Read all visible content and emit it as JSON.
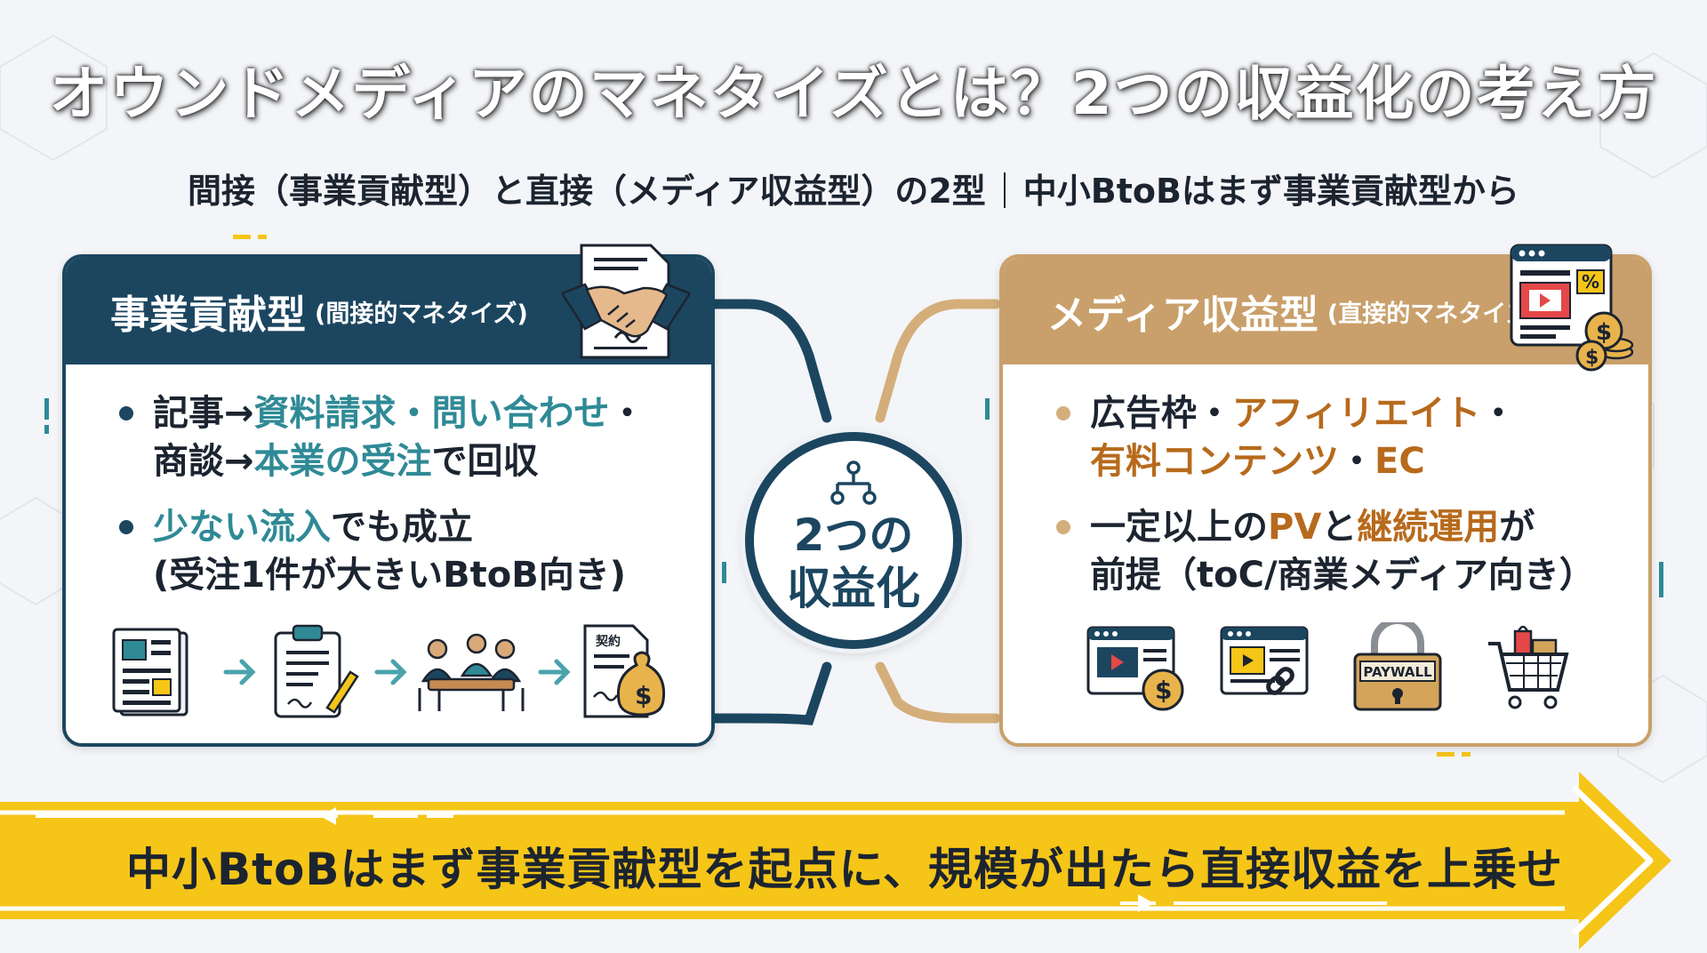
{
  "title": "オウンドメディアのマネタイズとは？2つの収益化の考え方",
  "subtitle": {
    "part1": "間接（事業貢献型）と直接（メディア収益型）の2型",
    "part2": "中小BtoBはまず事業貢献型から"
  },
  "center": {
    "line1": "2つの",
    "line2": "収益化",
    "icon": "network-nodes-icon"
  },
  "left_panel": {
    "title": "事業貢献型",
    "title_small": "(間接的マネタイズ)",
    "header_icon": "handshake-contract-icon",
    "bullets": [
      {
        "segments": [
          "記事→",
          "資料請求・問い合わせ",
          "・",
          "商談→",
          "本業の受注",
          "で回収"
        ]
      },
      {
        "segments": [
          "少ない流入",
          "でも成立",
          "(受注1件が大きいBtoB向き)"
        ]
      }
    ],
    "flow_icons": [
      "article-icon",
      "clipboard-form-icon",
      "meeting-icon",
      "contract-money-icon"
    ],
    "contract_label": "契約"
  },
  "right_panel": {
    "title": "メディア収益型",
    "title_small": "(直接的マネタイズ)",
    "header_icon": "web-ads-revenue-icon",
    "header_icon_percent": "%",
    "bullets": [
      {
        "segments": [
          "広告枠・",
          "アフィリエイト",
          "・",
          "有料コンテンツ",
          "・",
          "EC"
        ]
      },
      {
        "segments": [
          "一定以上の",
          "PV",
          "と",
          "継続運用",
          "が",
          "前提（toC/商業メディア向き）"
        ]
      }
    ],
    "icons": [
      "video-ad-coin-icon",
      "affiliate-link-icon",
      "paywall-lock-icon",
      "shopping-cart-icon"
    ],
    "paywall_label": "PAYWALL"
  },
  "banner": {
    "text": "中小BtoBはまず事業貢献型を起点に、規模が出たら直接収益を上乗せ"
  },
  "colors": {
    "navy": "#1c4660",
    "teal": "#2f8a96",
    "gold": "#c9a06b",
    "brown": "#b76a1c",
    "yellow": "#f5c518"
  }
}
